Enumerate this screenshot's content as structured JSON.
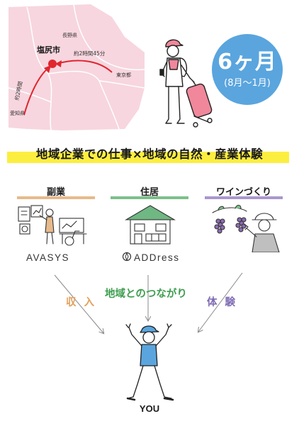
{
  "map": {
    "labels": {
      "nagano": "長野県",
      "tokyo": "東京都",
      "aichi": "愛知県",
      "shiojiri": "塩尻市",
      "route_tokyo": "約2時間45分",
      "route_aichi": "約2時間"
    },
    "colors": {
      "land": "#f7d6df",
      "border": "#ffffff",
      "route": "#e0262f",
      "dot": "#e0262f"
    }
  },
  "badge": {
    "months": "6ヶ月",
    "period": "(8月〜1月)",
    "color": "#5aa5de"
  },
  "headline": {
    "text": "地域企業での仕事×地域の自然・産業体験",
    "highlight_color": "#fcee3f"
  },
  "columns": [
    {
      "title": "副業",
      "line_color": "#e6ba8b",
      "logo": "AVASYS"
    },
    {
      "title": "住居",
      "line_color": "#7cc089",
      "logo": "ADDress"
    },
    {
      "title": "ワインづくり",
      "line_color": "#a997cd",
      "logo": ""
    }
  ],
  "flows": {
    "income": {
      "label": "収 入",
      "color": "#e2a15d"
    },
    "connection": {
      "label": "地域とのつながり",
      "color": "#3e9e4f"
    },
    "experience": {
      "label": "体 験",
      "color": "#7f6bb4"
    }
  },
  "you": {
    "label": "YOU"
  }
}
